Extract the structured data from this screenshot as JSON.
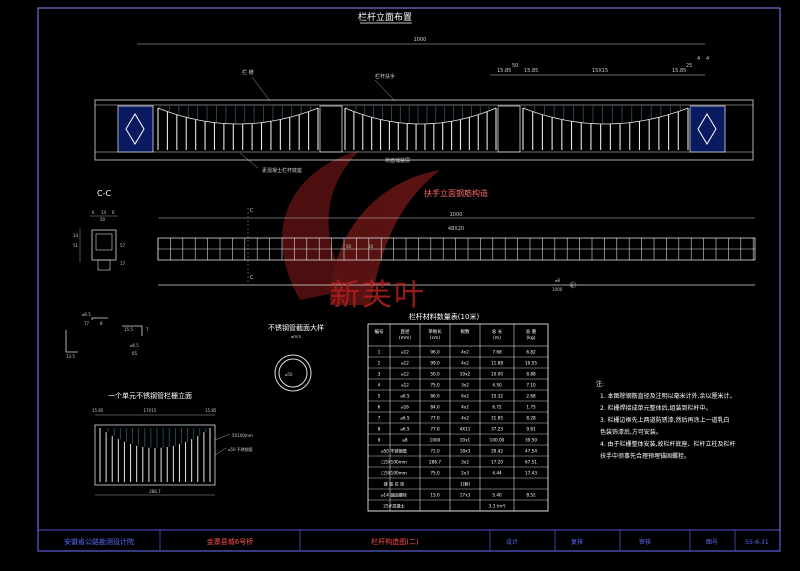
{
  "title": "栏杆立面布置",
  "dims_top": {
    "total": "1000",
    "d1": "15.85",
    "d2": "50",
    "d3": "15.85",
    "d4": "15X15",
    "d5": "15.85",
    "d6": "25",
    "d7": "4",
    "d8": "4"
  },
  "elevation_labels": {
    "railing_body": "栏 栅",
    "handrail": "栏杆扶手",
    "deck": "桥面铺装层",
    "base": "素混凝土栏杆底座"
  },
  "section_cc": {
    "title": "C-C",
    "dims": [
      "6",
      "14",
      "6",
      "50",
      "51",
      "57",
      "14",
      "17"
    ]
  },
  "handrail_elev": {
    "title": "扶手立面钢筋构造",
    "total": "1000",
    "inner": "48X20",
    "mark_c": "C",
    "n1": "50",
    "n2": "10",
    "bar_note": "⌀8",
    "bar_len": "1000",
    "bar_idx": "8"
  },
  "small_details": {
    "d1": "⌀6.5",
    "d1b": "77",
    "d1c": "8",
    "d2": "⌀6.5",
    "d2b": "65",
    "d2c": "7",
    "d3": "13.5",
    "d3b": "15.5"
  },
  "pipe_section": {
    "title": "不锈钢管截面大样",
    "scale": "⌀mm",
    "dia": "⌀50"
  },
  "unit_elev": {
    "title": "一个单元不锈钢管栏栅立面",
    "d1": "15.85",
    "d2": "17X15",
    "d3": "15.85",
    "total": "286.7",
    "note1": "5X100mm",
    "note2": "⌀50 不锈钢管"
  },
  "material_table": {
    "title": "栏杆材料数量表(10米)",
    "headers": [
      "编号",
      "直径\n(mm)",
      "单根长\n(cm)",
      "根数",
      "总 长\n(m)",
      "总 重\n(kg)"
    ],
    "rows": [
      [
        "1",
        "⌀12",
        "96.0",
        "4x2",
        "7.68",
        "6.82"
      ],
      [
        "2",
        "⌀12",
        "99.0",
        "4x2",
        "11.88",
        "10.55"
      ],
      [
        "3",
        "⌀12",
        "50.0",
        "10x2",
        "10.00",
        "8.88"
      ],
      [
        "4",
        "⌀12",
        "75.0",
        "3x2",
        "4.50",
        "7.10"
      ],
      [
        "5",
        "⌀6.5",
        "86.0",
        "6x2",
        "10.32",
        "2.68"
      ],
      [
        "6",
        "⌀16",
        "84.0",
        "4x2",
        "6.72",
        "1.75"
      ],
      [
        "7",
        "⌀6.5",
        "77.0",
        "4x2",
        "31.85",
        "8.28"
      ],
      [
        "8",
        "⌀6.5",
        "77.0",
        "4X11",
        "37.23",
        "9.81"
      ],
      [
        "9",
        "⌀8",
        "1000",
        "10x1",
        "100.00",
        "39.50"
      ],
      [
        "⌀50 不锈钢管",
        "72.0",
        "18x3",
        "39.42",
        "47.54",
        ""
      ],
      [
        "□5X100mm",
        "286.7",
        "3x2",
        "17.20",
        "67.51",
        ""
      ],
      [
        "□5X100mm",
        "75.0",
        "2x3",
        "4.44",
        "17.43",
        ""
      ],
      [
        "镂 铁 花 饰",
        "",
        "1(套)",
        "",
        "",
        ""
      ],
      [
        "⌀14 锚固螺栓",
        "15.0",
        "17x3",
        "5.40",
        "8.52",
        ""
      ],
      [
        "25#混凝土",
        "",
        "",
        "3.3 (m³)",
        "",
        ""
      ]
    ]
  },
  "notes": {
    "head": "注:",
    "lines": [
      "1. 本图除钢筋直径及注明以毫米计外,余以厘米计。",
      "2. 栏栅焊接成单元整体后,组装到栏杆中。",
      "3. 栏栅边框先上两道防锈漆,然后再涂上一道乳白",
      "    色装饰漆后,方可安装。",
      "4. 由于栏栅整体安装,故栏杆底座、栏杆立柱及栏杆",
      "    扶手中须事先合理预埋锚固螺栓。"
    ]
  },
  "title_block": {
    "org": "安徽省公路勘测设计院",
    "project": "金寨县城6号桥",
    "drawing": "栏杆构造图(二)",
    "design": "设计",
    "check": "复核",
    "review": "审核",
    "drawing_no_label": "图号",
    "drawing_no": "S5-6-31"
  },
  "watermark": "新芙叶",
  "colors": {
    "line": "#e8e8e8",
    "accent_blue": "#3a6cff",
    "title_text": "#c83232",
    "dim": "#d0d0d0",
    "table": "#ffffff"
  }
}
